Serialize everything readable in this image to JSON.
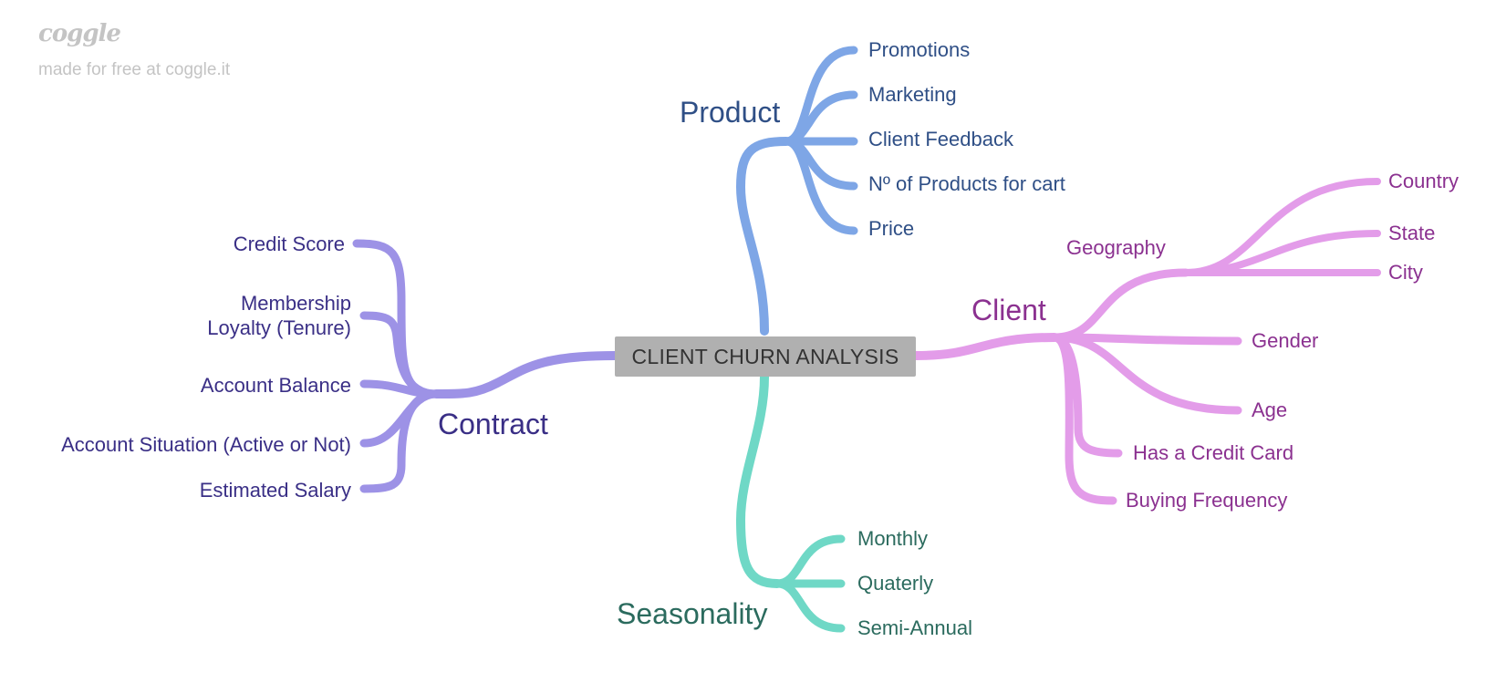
{
  "brand": {
    "logo": "coggle",
    "tagline": "made for free at coggle.it"
  },
  "center": "CLIENT CHURN ANALYSIS",
  "colors": {
    "product_branch": "#7ea6e6",
    "product_text": "#2f4f86",
    "client_branch": "#e39ce9",
    "client_text": "#8b3190",
    "contract_branch": "#9d92e6",
    "contract_text": "#3a2f86",
    "seasonality_branch": "#6fd8c6",
    "seasonality_text": "#2b6b5e",
    "center_fill": "#b0b0b0"
  },
  "product": {
    "title": "Product",
    "items": [
      "Promotions",
      "Marketing",
      "Client Feedback",
      "Nº of Products for cart",
      "Price"
    ]
  },
  "client": {
    "title": "Client",
    "geography": {
      "title": "Geography",
      "items": [
        "Country",
        "State",
        "City"
      ]
    },
    "items": [
      "Gender",
      "Age",
      "Has a Credit Card",
      "Buying Frequency"
    ]
  },
  "contract": {
    "title": "Contract",
    "items": [
      "Credit Score",
      "Membership",
      "Loyalty (Tenure)",
      "Account Balance",
      "Account Situation (Active or Not)",
      "Estimated Salary"
    ]
  },
  "seasonality": {
    "title": "Seasonality",
    "items": [
      "Monthly",
      "Quaterly",
      "Semi-Annual"
    ]
  }
}
